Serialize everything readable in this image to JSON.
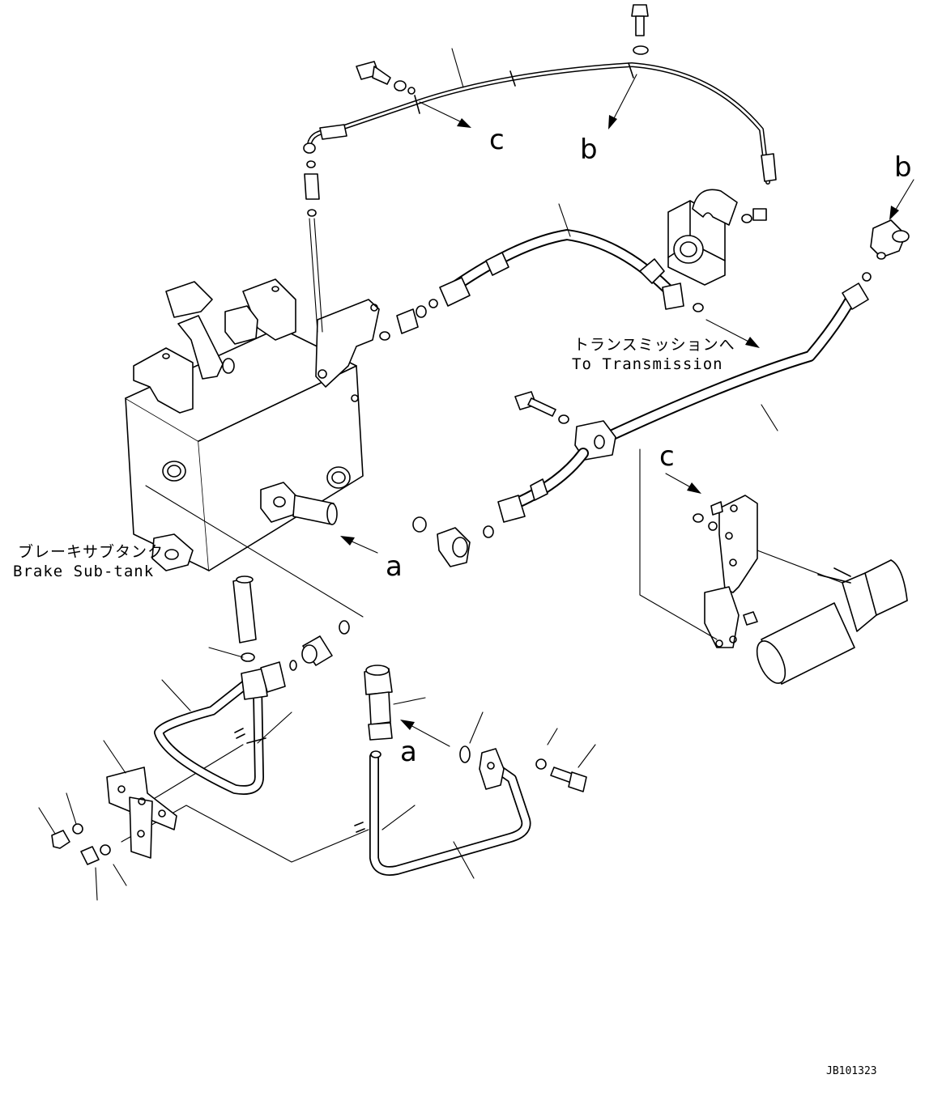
{
  "drawing_code": "JB101323",
  "labels": {
    "brake_subtank_jp": "ブレーキサブタンク",
    "brake_subtank_en": "Brake Sub-tank",
    "to_transmission_jp": "トランスミッションへ",
    "to_transmission_en": "To Transmission"
  },
  "reference_letters": {
    "a_upper": "a",
    "a_lower": "a",
    "b_upper": "b",
    "b_right": "b",
    "c_upper": "c",
    "c_right": "c"
  }
}
